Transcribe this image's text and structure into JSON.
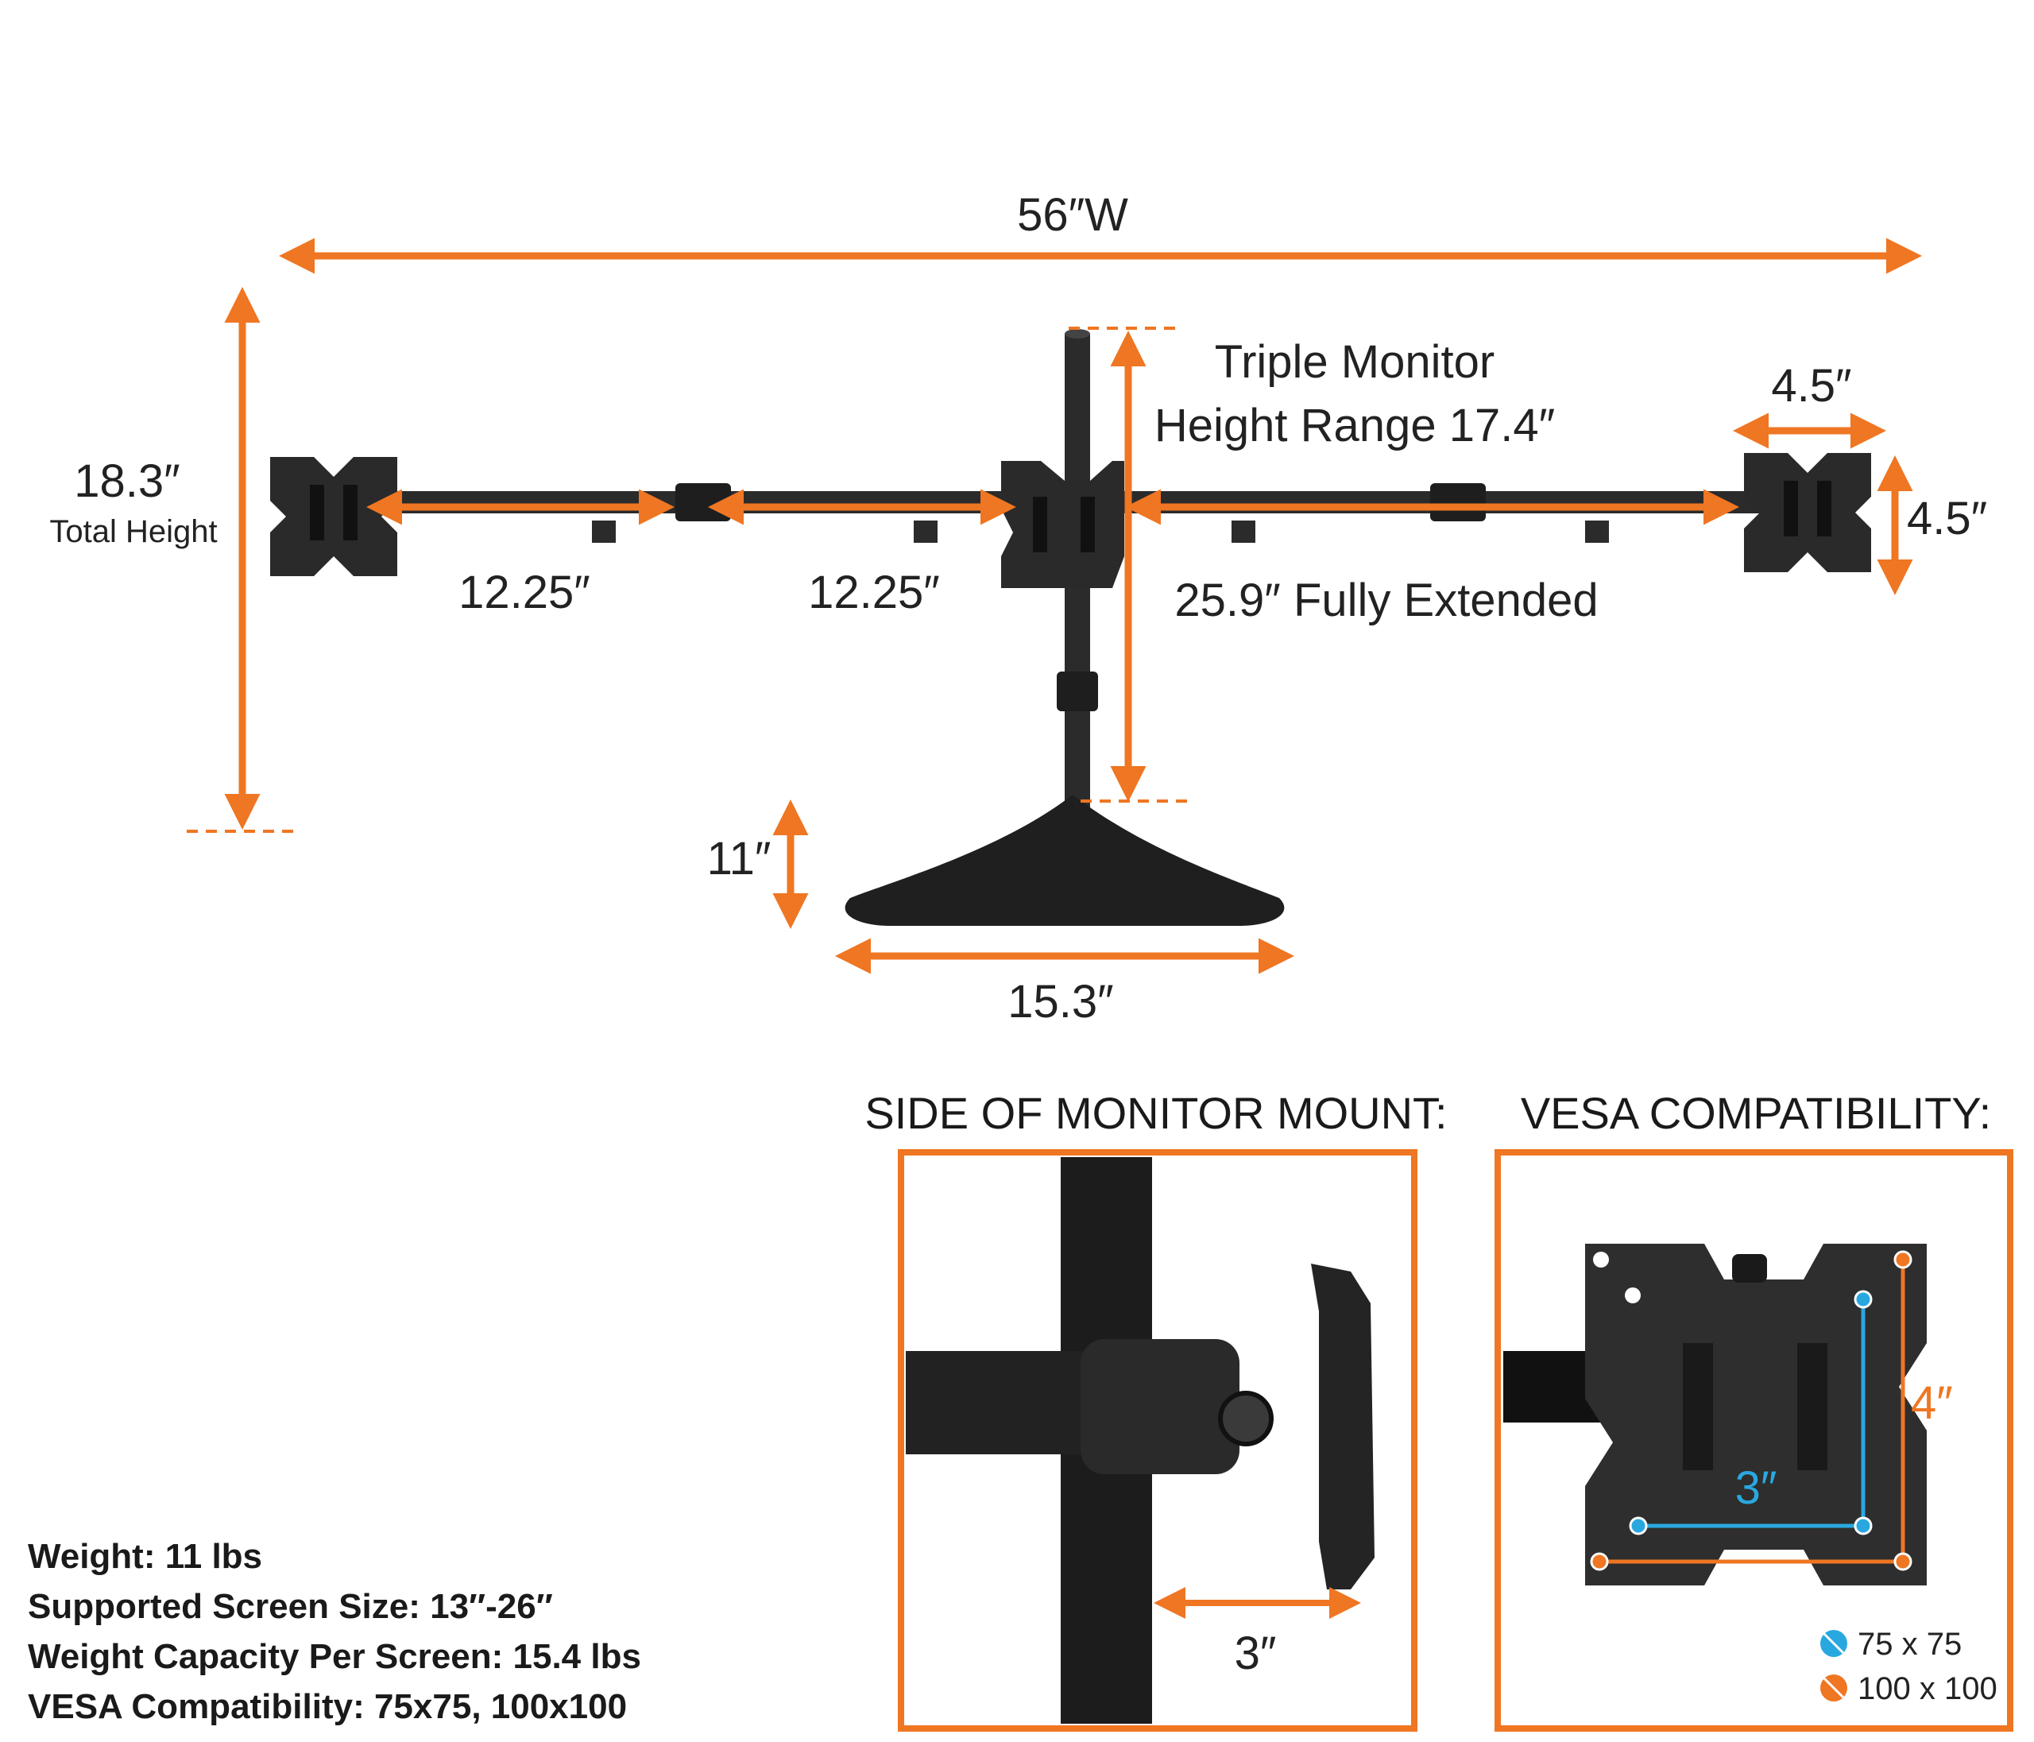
{
  "colors": {
    "accent_orange": "#ef7622",
    "accent_blue": "#29a8e0",
    "metal": "#2b2b2b",
    "text": "#222222"
  },
  "dimensions": {
    "overall_width": "56″W",
    "total_height_value": "18.3″",
    "total_height_label": "Total Height",
    "height_range_line1": "Triple Monitor",
    "height_range_line2": "Height Range 17.4″",
    "plate_width": "4.5″",
    "plate_height": "4.5″",
    "arm_segment_left": "12.25″",
    "arm_segment_inner": "12.25″",
    "arm_fully_extended": "25.9″ Fully Extended",
    "base_height": "11″",
    "base_width": "15.3″"
  },
  "side_panel": {
    "title": "SIDE OF MONITOR MOUNT:",
    "dimension": "3″"
  },
  "vesa_panel": {
    "title": "VESA COMPATIBILITY:",
    "dim_4": "4″",
    "dim_3": "3″",
    "legend": [
      {
        "label": "75 x 75",
        "color": "#29a8e0",
        "icon": "blue-dot-icon"
      },
      {
        "label": "100 x 100",
        "color": "#ef7622",
        "icon": "orange-dot-icon"
      }
    ]
  },
  "specs": [
    "Weight: 11 lbs",
    "Supported Screen Size: 13″-26″",
    "Weight Capacity Per Screen: 15.4 lbs",
    "VESA Compatibility: 75x75, 100x100"
  ]
}
